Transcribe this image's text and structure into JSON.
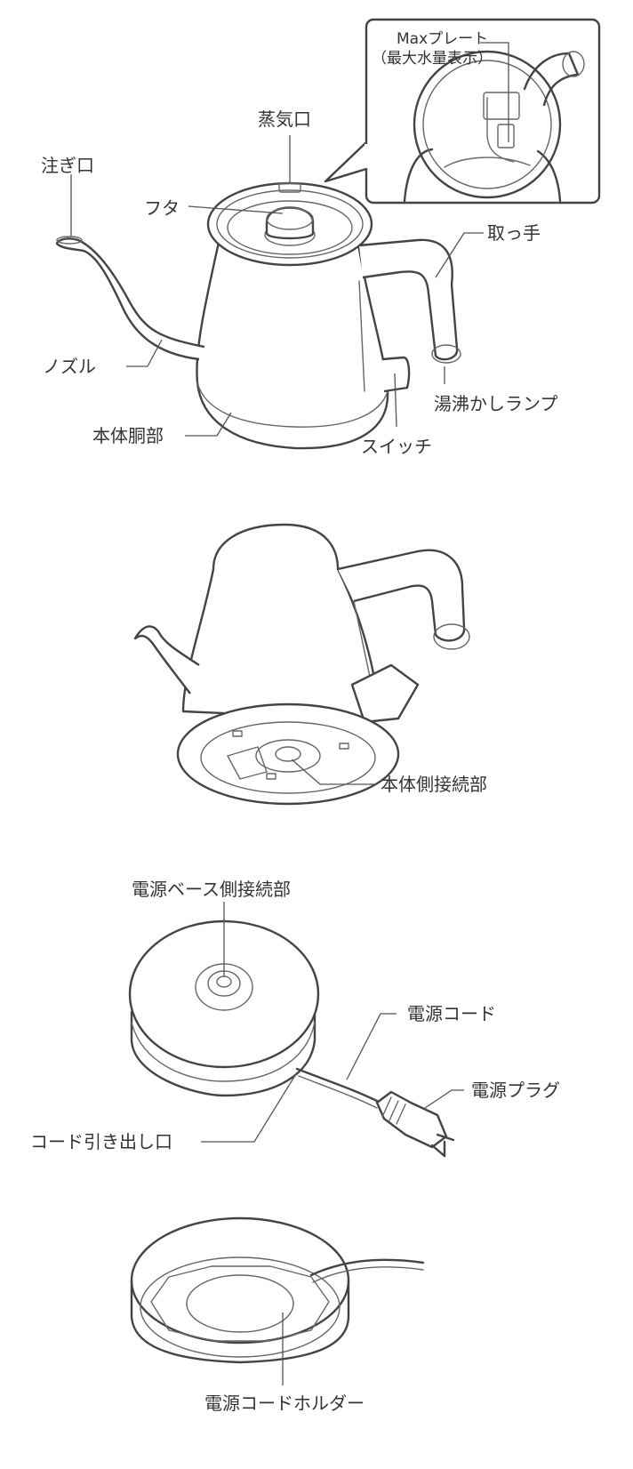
{
  "figure1": {
    "max_plate": "Maxプレート",
    "max_plate_sub": "（最大水量表示）",
    "steam_vent": "蒸気口",
    "spout": "注ぎ口",
    "lid": "フタ",
    "handle": "取っ手",
    "nozzle": "ノズル",
    "boil_lamp": "湯沸かしランプ",
    "body": "本体胴部",
    "switch": "スイッチ"
  },
  "figure2": {
    "body_connector": "本体側接続部"
  },
  "figure3": {
    "base_connector": "電源ベース側接続部",
    "power_cord": "電源コード",
    "power_plug": "電源プラグ",
    "cord_outlet": "コード引き出し口"
  },
  "figure4": {
    "cord_holder": "電源コードホルダー"
  }
}
